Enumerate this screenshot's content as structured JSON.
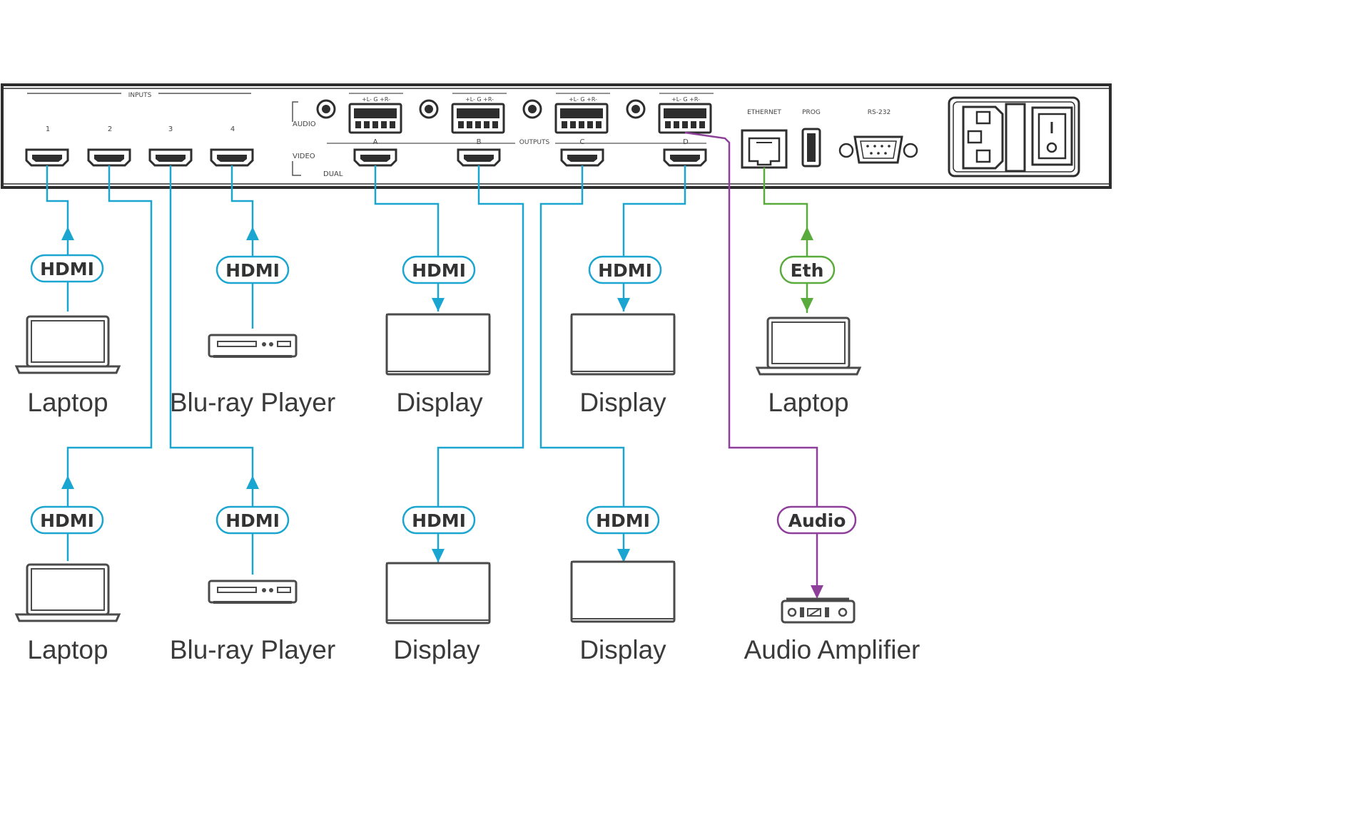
{
  "colors": {
    "hdmi": "#1aa6d0",
    "ethernet": "#5aab3e",
    "audio": "#8e3f9a",
    "panel_stroke": "#2e2e2e",
    "label_text": "#3a3a3a"
  },
  "panel": {
    "inputs_header": "INPUTS",
    "input_numbers": [
      "1",
      "2",
      "3",
      "4"
    ],
    "audio_label": "AUDIO",
    "video_label": "VIDEO",
    "dual_label": "DUAL",
    "outputs_header": "OUTPUTS",
    "output_letters": [
      "A",
      "B",
      "C",
      "D"
    ],
    "terminal_pins": "+L- G +R-",
    "ethernet_label": "ETHERNET",
    "prog_label": "PROG",
    "rs232_label": "RS-232"
  },
  "connection_badges": {
    "hdmi": "HDMI",
    "eth": "Eth",
    "audio": "Audio"
  },
  "devices": {
    "laptop_in1": "Laptop",
    "bluray_in4": "Blu-ray Player",
    "display_a": "Display",
    "display_d": "Display",
    "laptop_eth": "Laptop",
    "laptop_in2": "Laptop",
    "bluray_in3": "Blu-ray Player",
    "display_b": "Display",
    "display_c": "Display",
    "audio_amplifier": "Audio Amplifier"
  },
  "icons": {
    "laptop": "laptop-icon",
    "bluray": "bluray-player-icon",
    "display": "display-icon",
    "amplifier": "audio-amplifier-icon",
    "hdmi_port": "hdmi-port-icon",
    "ethernet_port": "ethernet-port-icon",
    "usb_port": "usb-port-icon",
    "serial_port": "rs232-port-icon",
    "power_inlet": "power-inlet-icon",
    "power_switch": "power-switch-icon"
  }
}
